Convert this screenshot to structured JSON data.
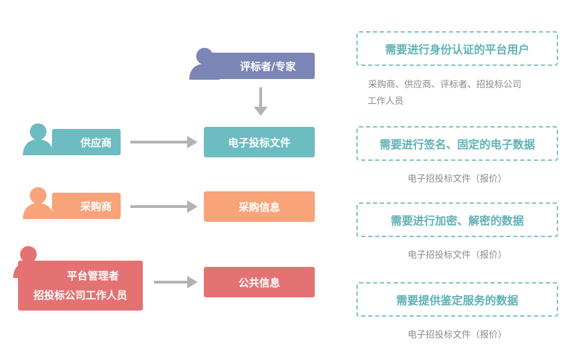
{
  "left": {
    "supplier_label": "供应商",
    "purchaser_label": "采购商",
    "admin_line1": "平台管理者",
    "admin_line2": "招投标公司工作人员"
  },
  "center": {
    "evaluator_label": "评标者/专家",
    "bid_file_label": "电子投标文件",
    "purchase_info_label": "采购信息",
    "public_info_label": "公共信息"
  },
  "right": {
    "req1_title": "需要进行身份认证的平台用户",
    "req1_note_line1": "采购商、供应商、评标者、招投标公司",
    "req1_note_line2": "工作人员",
    "req2_title": "需要进行签名、固定的电子数据",
    "req2_note": "电子招投标文件（报价）",
    "req3_title": "需要进行加密、解密的数据",
    "req3_note": "电子招投标文件（报价）",
    "req4_title": "需要提供鉴定服务的数据",
    "req4_note": "电子招投标文件（报价）"
  },
  "colors": {
    "evaluator": "#7b86b6",
    "supplier": "#6cbcc1",
    "purchaser": "#f9a37b",
    "admin": "#e57272",
    "dash_border": "#7cc3c7",
    "dash_text": "#5fb1b6",
    "note_text": "#8a8a8a",
    "arrow": "#b3b3b3"
  },
  "icons": [
    "person-icon",
    "arrow-right-icon",
    "arrow-down-icon"
  ]
}
